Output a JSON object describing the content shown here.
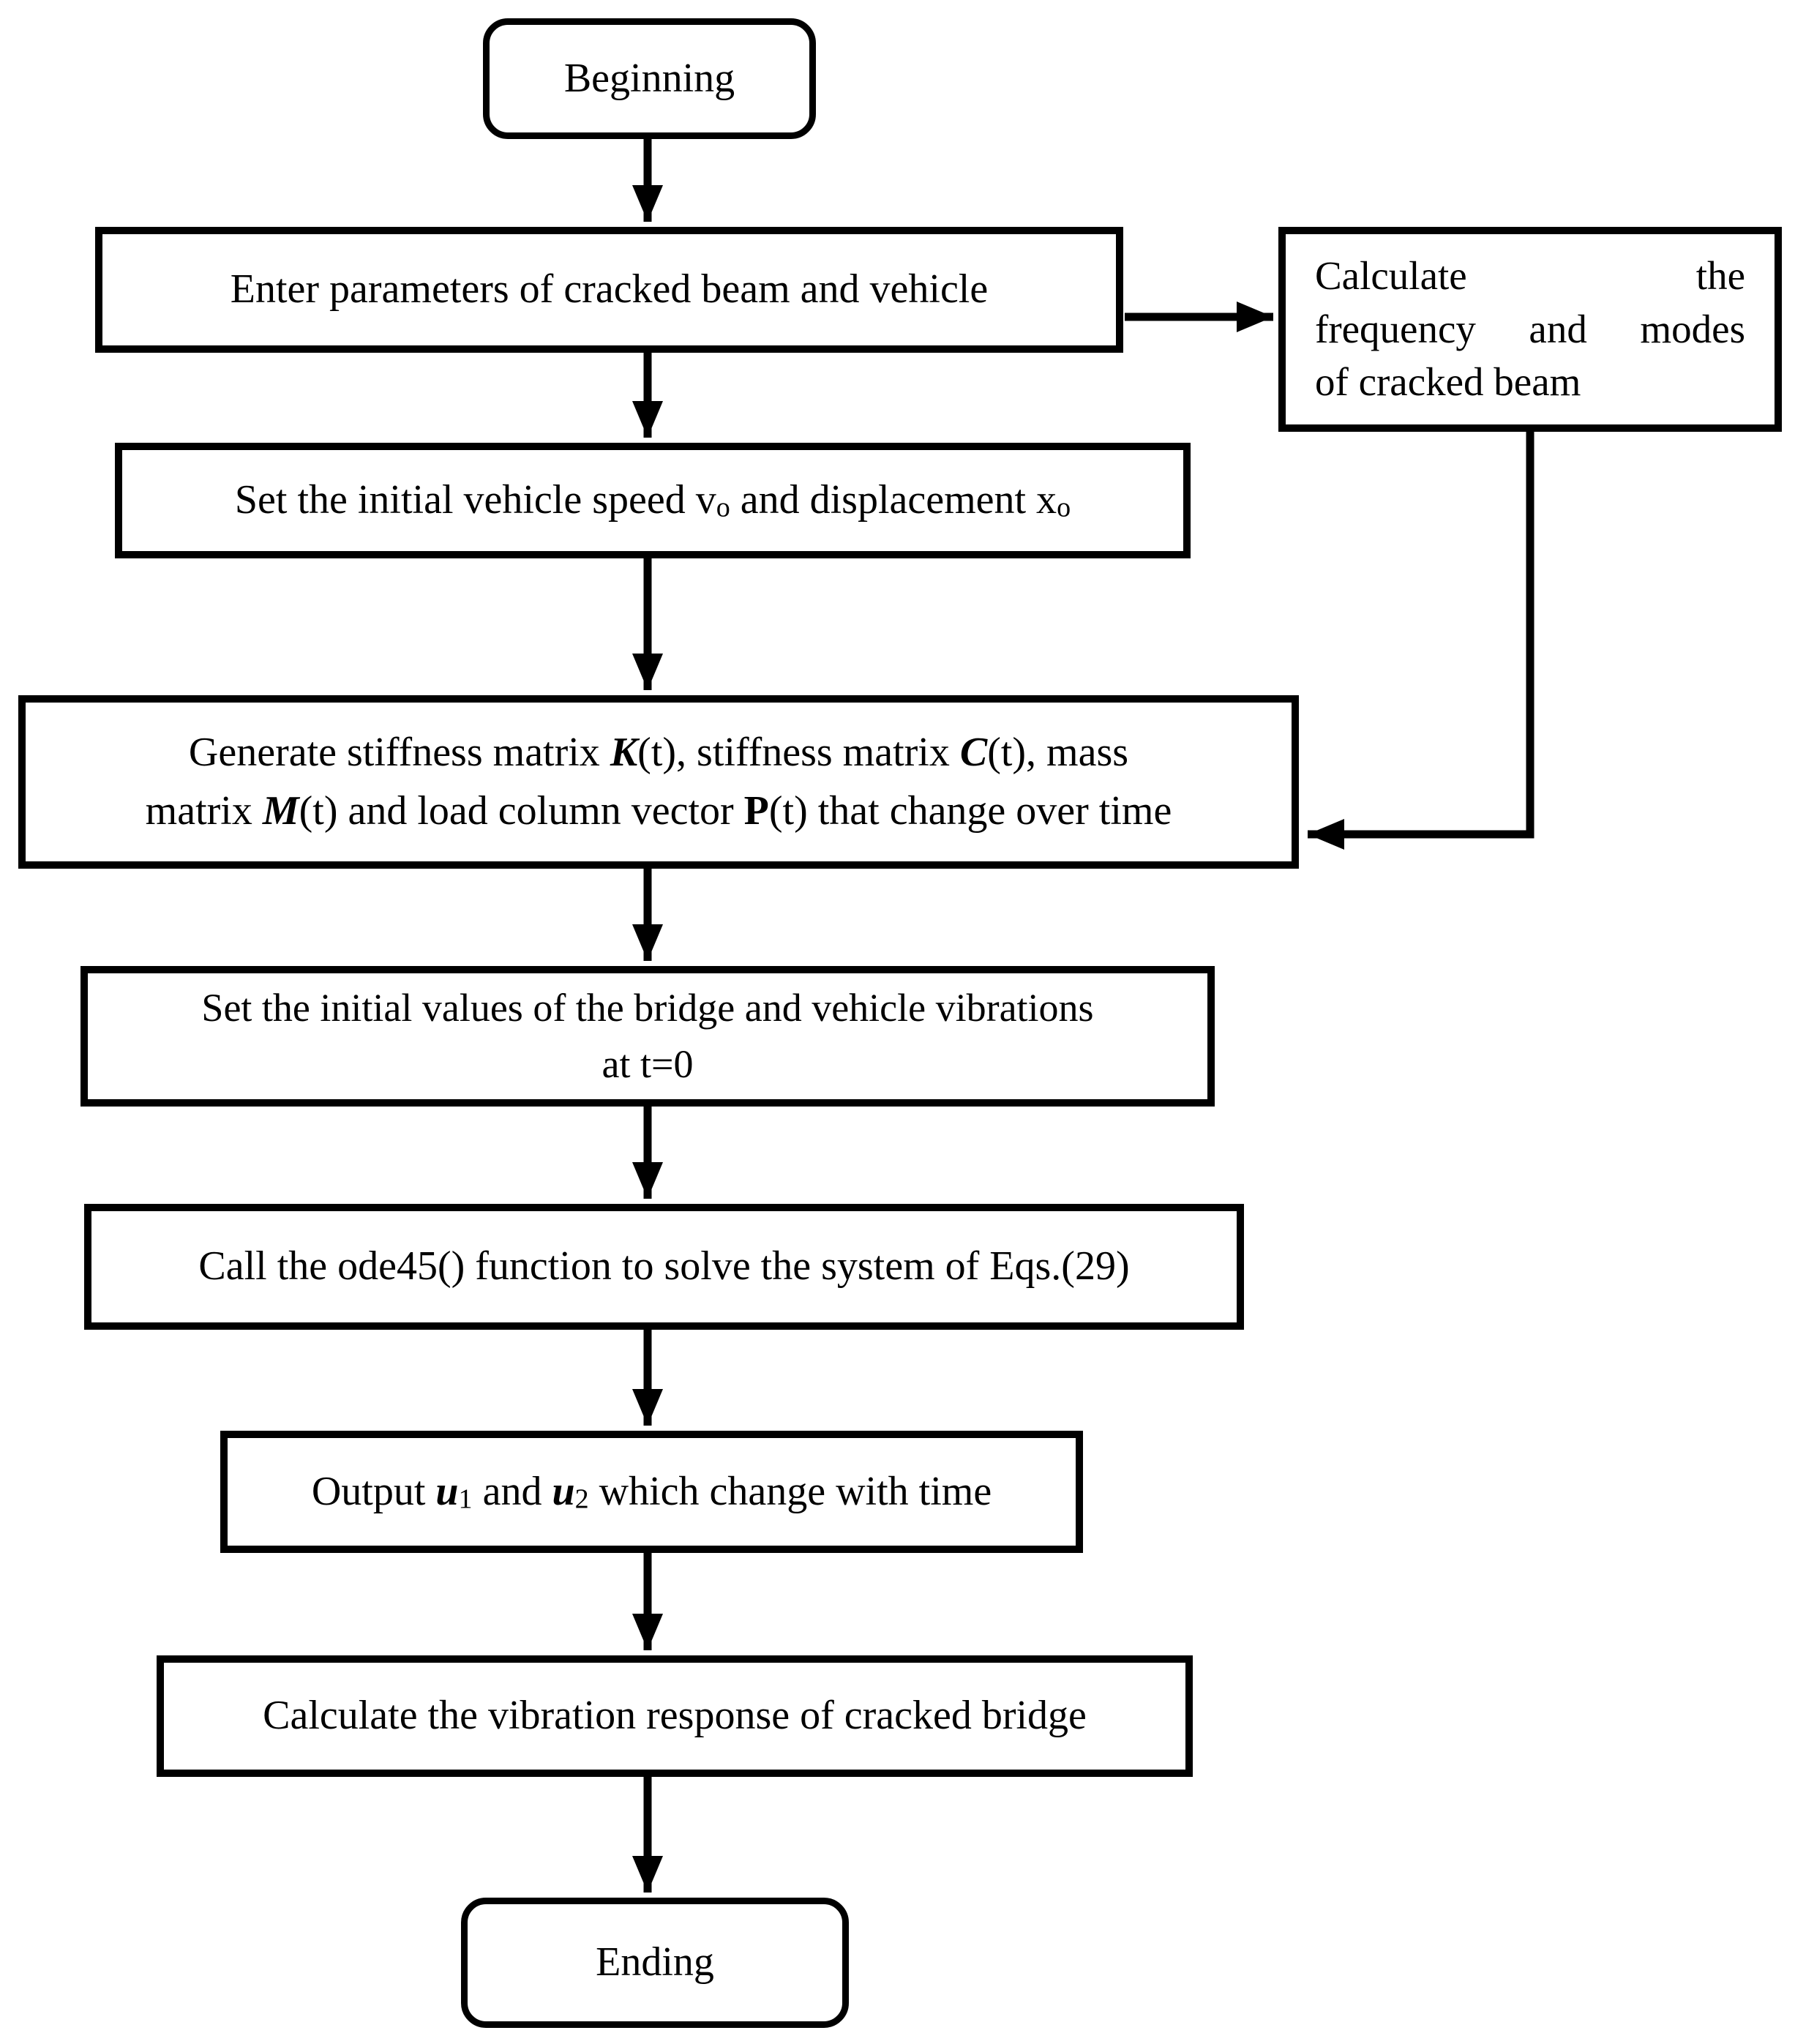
{
  "flowchart": {
    "beginning": {
      "label": "Beginning"
    },
    "enter_params": {
      "label": "Enter parameters of cracked beam and vehicle"
    },
    "calc_freq": {
      "line1": "Calculate the",
      "line2": "frequency and modes",
      "line3": "of cracked beam"
    },
    "set_speed": {
      "part1": "Set the initial vehicle speed v",
      "sub1": "o",
      "part2": " and displacement x",
      "sub2": "o"
    },
    "generate": {
      "part1": "Generate stiffness matrix ",
      "k": "K",
      "part2": "(t), stiffness matrix ",
      "c": "C",
      "part3": "(t), mass",
      "part4": "matrix ",
      "m": "M",
      "part5": "(t) and load column vector ",
      "p": "P",
      "part6": "(t) that change over time"
    },
    "init_values": {
      "line1": "Set the initial values of the bridge and vehicle vibrations",
      "line2": "at t=0"
    },
    "ode45": {
      "label": "Call the ode45() function to solve the system of Eqs.(29)"
    },
    "output": {
      "part1": "Output ",
      "u1": "u",
      "sub1": "1",
      "part2": " and ",
      "u2": "u",
      "sub2": "2",
      "part3": " which change with time"
    },
    "response": {
      "label": "Calculate the vibration response of cracked bridge"
    },
    "ending": {
      "label": "Ending"
    }
  }
}
